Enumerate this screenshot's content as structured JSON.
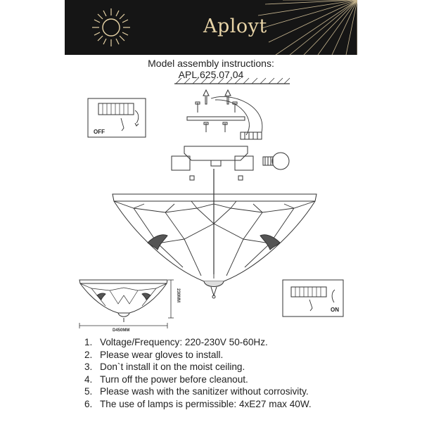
{
  "header": {
    "brand_name": "Aployt"
  },
  "document": {
    "title_line1": "Model assembly instructions:",
    "title_line2": "APL.625.07.04"
  },
  "diagram": {
    "switch_off_label": "OFF",
    "switch_on_label": "ON",
    "height_label": "230MM",
    "diameter_label": "D450MM"
  },
  "instructions": [
    {
      "num": "1.",
      "text": "Voltage/Frequency: 220-230V 50-60Hz."
    },
    {
      "num": "2.",
      "text": "Please wear gloves to install."
    },
    {
      "num": "3.",
      "text": "Don`t install it on the moist ceiling."
    },
    {
      "num": "4.",
      "text": "Turn off the power before cleanout."
    },
    {
      "num": "5.",
      "text": "Please wash with the sanitizer without corrosivity."
    },
    {
      "num": "6.",
      "text": "The use of lamps is permissible: 4xE27 max 40W."
    }
  ],
  "colors": {
    "banner_bg": "#151515",
    "brand_gold": "#e7d3a6"
  }
}
